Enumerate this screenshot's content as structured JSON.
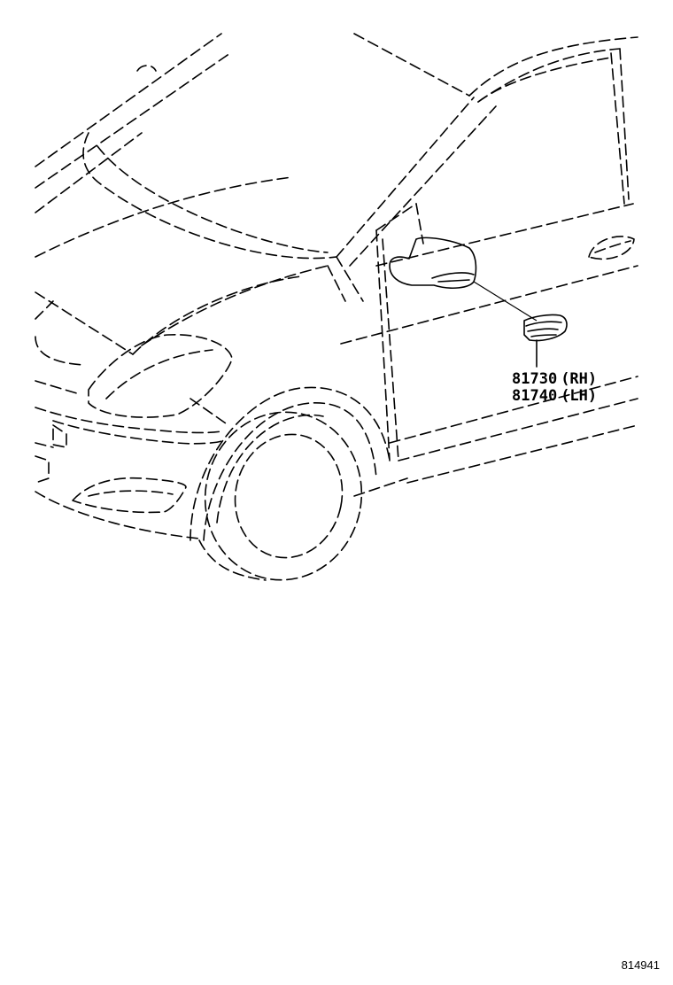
{
  "parts": [
    {
      "number": "81730",
      "side": "(RH)"
    },
    {
      "number": "81740",
      "side": "(LH)"
    }
  ],
  "illustration_number": "814941",
  "colors": {
    "line": "#000000",
    "background": "#ffffff"
  },
  "icons": [
    "side-turn-signal-lamp-icon",
    "outside-mirror-icon"
  ]
}
